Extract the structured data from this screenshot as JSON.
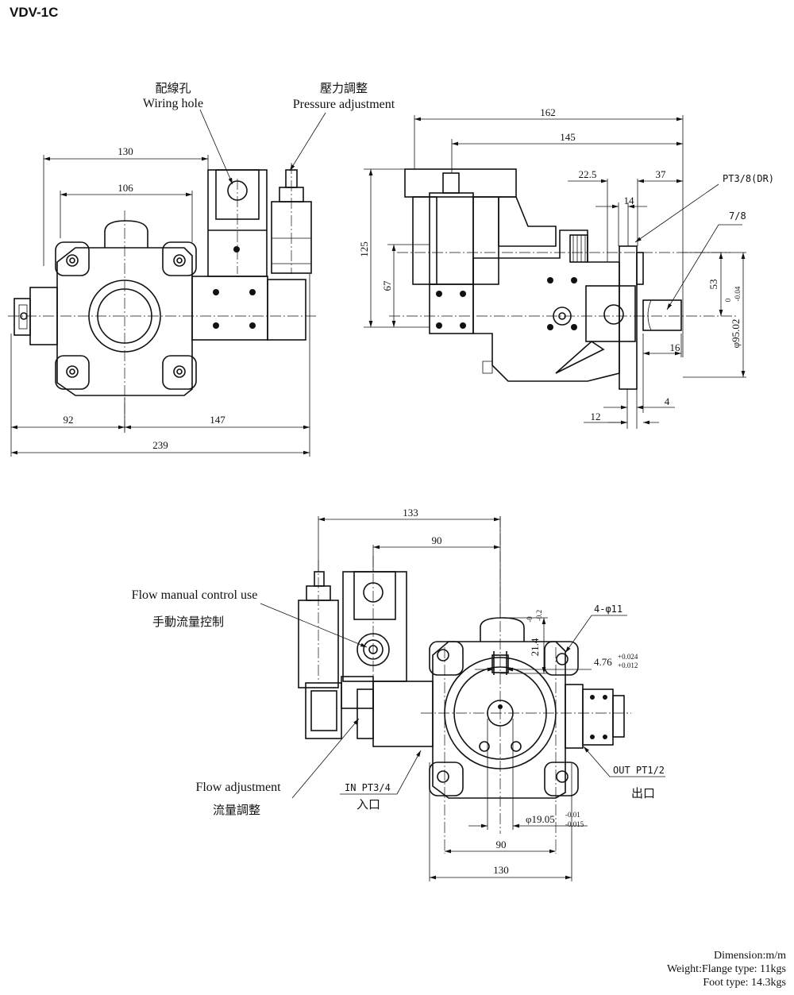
{
  "title": "VDV-1C",
  "front_view": {
    "wiring_hole_cn": "配線孔",
    "wiring_hole_en": "Wiring hole",
    "pressure_adj_cn": "壓力調整",
    "pressure_adj_en": "Pressure adjustment",
    "dim_130": "130",
    "dim_106": "106",
    "dim_92": "92",
    "dim_147": "147",
    "dim_239": "239"
  },
  "side_view": {
    "dim_162": "162",
    "dim_145": "145",
    "dim_22_5": "22.5",
    "dim_37": "37",
    "dim_14": "14",
    "dim_125": "125",
    "dim_67": "67",
    "dim_53": "53",
    "dim_16": "16",
    "dim_4": "4",
    "dim_12": "12",
    "pt3_8": "PT3/8(DR)",
    "dim_7_8": "7/8",
    "dia_95": "φ95.02",
    "dia_95_tol_upper": "0",
    "dia_95_tol_lower": "-0.04"
  },
  "rear_view": {
    "dim_133": "133",
    "dim_90_top": "90",
    "flow_manual_en": "Flow manual control use",
    "flow_manual_cn": "手動流量控制",
    "dim_21_4": "21.4",
    "dim_21_4_tol_upper": "-0",
    "dim_21_4_tol_lower": "-0.2",
    "holes_4": "4-φ11",
    "key_4_76": "4.76",
    "key_tol_upper": "+0.024",
    "key_tol_lower": "+0.012",
    "flow_adj_en": "Flow adjustment",
    "flow_adj_cn": "流量調整",
    "in_port": "IN PT3/4",
    "in_cn": "入口",
    "out_port": "OUT PT1/2",
    "out_cn": "出口",
    "shaft_dia": "φ19.05",
    "shaft_tol_upper": "-0.01",
    "shaft_tol_lower": "-0.015",
    "dim_90_bottom": "90",
    "dim_130_bottom": "130"
  },
  "footer": {
    "dimension": "Dimension:m/m",
    "weight": "Weight:Flange type: 11kgs",
    "foot": "Foot type: 14.3kgs"
  }
}
